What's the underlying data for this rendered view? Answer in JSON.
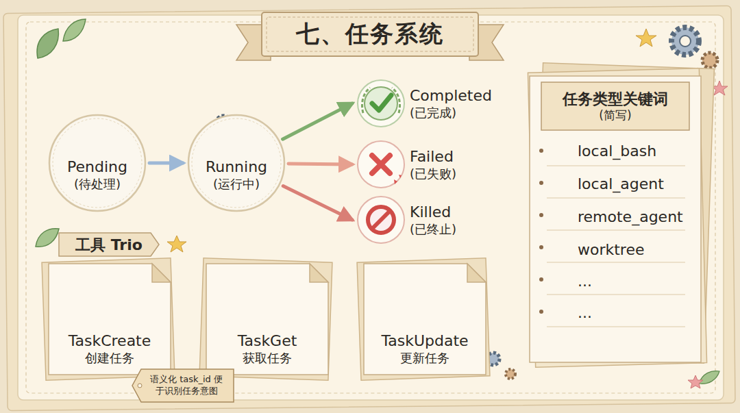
{
  "diagram": {
    "title": "七、任务系统",
    "nodes": [
      {
        "text": [
          "Pending",
          "(待处理)"
        ]
      },
      {
        "text": [
          "Running",
          "(运行中)"
        ]
      },
      {
        "text": [
          "Completed",
          "(已完成)"
        ]
      },
      {
        "text": [
          "Failed",
          "(已失败)"
        ]
      },
      {
        "text": [
          "Killed",
          "(已终止)"
        ]
      },
      {
        "text": [
          "工具 Trio"
        ]
      },
      {
        "text": [
          "TaskCreate",
          "创建任务"
        ]
      },
      {
        "text": [
          "TaskGet",
          "获取任务"
        ]
      },
      {
        "text": [
          "TaskUpdate",
          "更新任务"
        ]
      },
      {
        "text": [
          "语义化 task_id 便于识别任务意图"
        ]
      },
      {
        "text": [
          "任务类型关键词",
          "(简写)"
        ]
      }
    ],
    "edges": [
      {
        "from": 0,
        "to": 1,
        "arrow": "to"
      },
      {
        "from": 1,
        "to": 2,
        "arrow": "to"
      },
      {
        "from": 1,
        "to": 3,
        "arrow": "to"
      },
      {
        "from": 1,
        "to": 4,
        "arrow": "to"
      }
    ],
    "labels": [
      "local_bash",
      "local_agent",
      "remote_agent",
      "worktree",
      "...",
      "..."
    ]
  }
}
